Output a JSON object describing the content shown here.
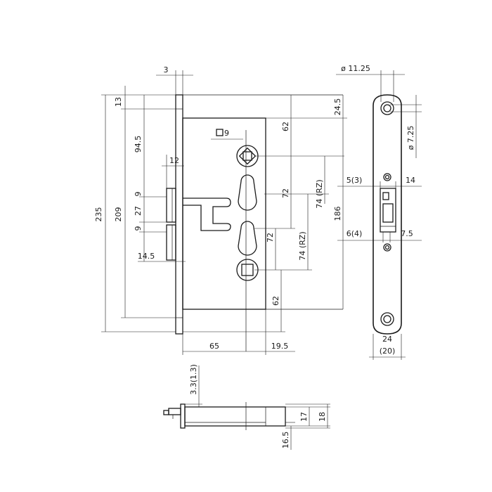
{
  "front_view": {
    "width_overall": "235",
    "width_case": "209",
    "depth_backset": "65",
    "depth_rear": "19.5",
    "faceplate_thickness": "3",
    "top_offset": "13",
    "spindle_from_top": "94.5",
    "bolt_gap": "12",
    "latch_h1": "9",
    "latch_h2": "27",
    "latch_h3": "9",
    "bolt_projection": "14.5",
    "square_label": "9",
    "top_to_spindle": "62",
    "bottom_to_spindle": "62",
    "plate_right_offset": "24.5",
    "centers_upper": "72",
    "centers_lower": "72",
    "rz_upper": "74 (RZ)",
    "rz_lower": "74 (RZ)",
    "case_height": "186"
  },
  "side_view": {
    "hole_diameter": "ø 11.25",
    "hole_small_diameter": "ø 7.25",
    "latch_width_left": "5(3)",
    "latch_width_right": "14",
    "bolt_width_left": "6(4)",
    "bolt_width_right": "7.5",
    "plate_width": "24",
    "plate_width_alt": "(20)"
  },
  "bottom_view": {
    "faceplate_offset": "3.3(1.3)",
    "height_a": "17",
    "height_b": "18",
    "bottom_depth": "16.5"
  }
}
